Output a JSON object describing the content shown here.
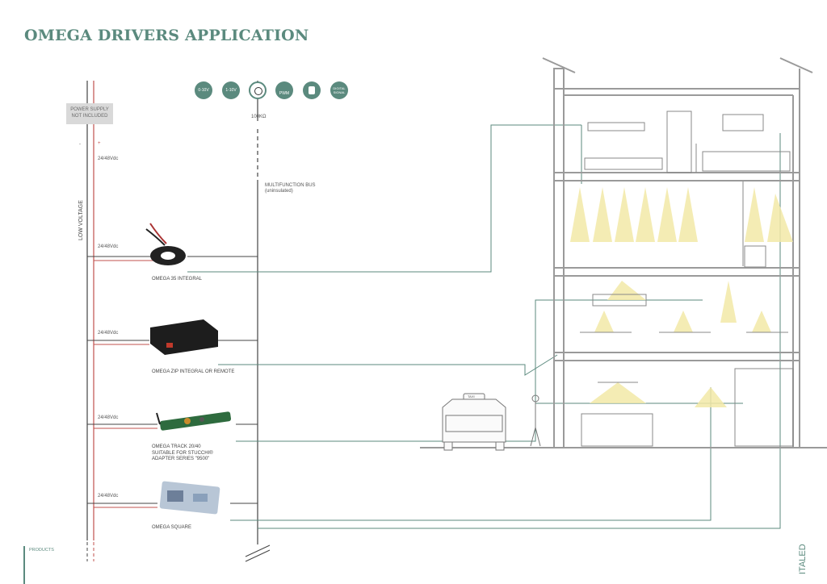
{
  "title": "OMEGA DRIVERS APPLICATION",
  "power_supply": "POWER SUPPLY\nNOT INCLUDED",
  "polarity_minus": "-",
  "polarity_plus": "+",
  "low_voltage": "LOW VOLTAGE",
  "voltage_labels": [
    "24/48Vdc",
    "24/48Vdc",
    "24/48Vdc",
    "24/48Vdc",
    "24/48Vdc"
  ],
  "bus_label": "MULTIFUNCTION BUS\n(uninsulated)",
  "potentiometer_label": "100KΩ",
  "control_icons": [
    {
      "name": "dimmer-0-10v-icon",
      "text": "0-10V"
    },
    {
      "name": "dimmer-1-10v-icon",
      "text": "1-10V"
    },
    {
      "name": "potentiometer-icon",
      "text": ""
    },
    {
      "name": "pwm-icon",
      "text": "PWM"
    },
    {
      "name": "push-button-icon",
      "text": ""
    },
    {
      "name": "dali-icon",
      "text": "DIGITAL\nSIGNAL"
    }
  ],
  "products": [
    {
      "name": "OMEGA 35 INTEGRAL"
    },
    {
      "name": "OMEGA ZIP INTEGRAL OR REMOTE"
    },
    {
      "name": "OMEGA TRACK 20/40\nSUITABLE FOR STUCCHI®\nADAPTER SERIES \"9500\""
    },
    {
      "name": "OMEGA SQUARE"
    }
  ],
  "car_sign": "TAXI",
  "footer": "PRODUCTS",
  "brand": "ITALED",
  "colors": {
    "accent": "#5b8a7e",
    "wire_red": "#c0504d",
    "line": "#555555",
    "light": "#f3e9a8"
  }
}
